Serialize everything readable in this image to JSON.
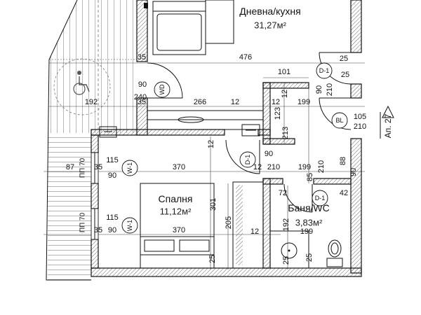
{
  "plan": {
    "rooms": {
      "living": {
        "name": "Дневна/кухня",
        "area": "31,27м²"
      },
      "bedroom": {
        "name": "Спалня",
        "area": "11,12м²"
      },
      "bathroom": {
        "name": "Баня/WC",
        "area": "3,83м²"
      }
    },
    "apartment_label": "Ап. 27",
    "tags": {
      "wd": "WD",
      "d1_entry": "D-1",
      "bl": "BL",
      "d1_bedroom": "D-1",
      "d1_bathroom": "D-1",
      "w1_upper": "W-1",
      "w1_lower": "W-1"
    },
    "window_sill_labels": [
      "ПП 70",
      "ПП 70"
    ],
    "dimensions": [
      "35",
      "476",
      "25",
      "90",
      "240",
      "101",
      "25",
      "12",
      "90",
      "210",
      "192",
      "35",
      "266",
      "12",
      "12",
      "199",
      "123",
      "105",
      "210",
      "213",
      "12",
      "90",
      "87",
      "35",
      "115",
      "90",
      "370",
      "12",
      "210",
      "199",
      "210",
      "88",
      "85",
      "90",
      "72",
      "42",
      "301",
      "115",
      "205",
      "192",
      "35",
      "90",
      "370",
      "12",
      "199",
      "25",
      "25",
      "25"
    ]
  }
}
